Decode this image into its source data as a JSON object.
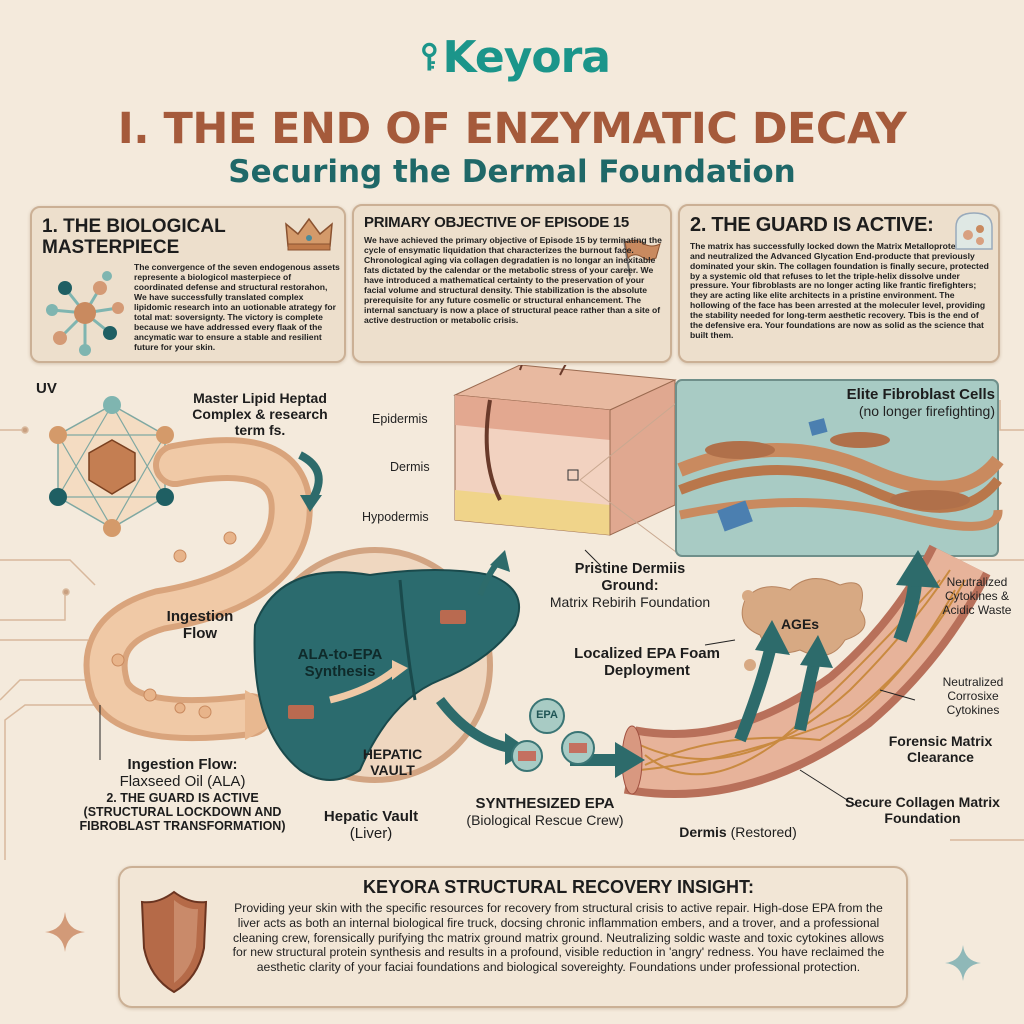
{
  "header": {
    "logo_text": "Keyora",
    "title": "I. THE END OF ENZYMATIC DECAY",
    "subtitle": "Securing the Dermal Foundation"
  },
  "panels": [
    {
      "heading": "1. THE BIOLOGICAL MASTERPIECE",
      "icon": "crown-icon",
      "body": "The convergence of the seven endogenous assets represente a biologicol masterpiece of coordinated defense and structural restorahon, We have successfully translated complex lipidomic research into an uotionable atrategy for total mat: soversignty. The victory is complete because we have addressed every flaak of the ancymatic war to ensure a stable and resilient future for your skin."
    },
    {
      "heading": "PRIMARY OBJECTIVE OF EPISODE 15",
      "icon": "flag-icon",
      "body": "We have achieved the primary objective of Episode 15 by terminating the cycle of ensymatic liquidation that characterizes the burnout face. Chronological aging via collagen degradatien is no longar an inexitable fats dictated by the calendar or the metabolic stress of your career. We have introduced a mathematical certainty to the preservation of your facial volume and structural density. Thie stabilization is the absolute prerequisite for any future cosmelic or structural enhancement. The internal sanctuary is now a place of structural peace rather than a site of active destruction or metabolic crisis."
    },
    {
      "heading": "2. THE GUARD IS ACTIVE:",
      "icon": "bell-jar-icon",
      "body": "The matrix has successfully locked down the Matrix Metalloproteinases and neutralized the Advanced Glycation End-producte that previously dominated your skin. The collagen foundation is finally secure, protected by a systemic old that refuses to let the triple-helix dissolve under pressure. Your fibroblasts are no longer acting like frantic firefighters; they are acting like elite architects in a pristine environment. The hollowing of the face has been arrested at the moleculer level, providing the stability needed for long-term aesthetic recovery. Tbis is the end of the defensive era. Your foundations are now as solid as the science that built them."
    }
  ],
  "diagram": {
    "uv": "UV",
    "lipid_complex": "Master Lipid Heptad Complex & research term fs.",
    "ingestion_flow_mid": "Ingestion Flow",
    "ingestion_title": "Ingestion Flow:",
    "ingestion_sub": "Flaxseed Oil (ALA)",
    "guard_caption": "2. THE GUARD IS ACTIVE (STRUCTURAL LOCKDOWN AND FIBROBLAST TRANSFORMATION)",
    "synthesis": "ALA-to-EPA Synthesis",
    "hepatic_vault_in": "HEPATIC VAULT",
    "hepatic_vault": "Hepatic Vault",
    "liver": "(Liver)",
    "epidermis": "Epidermis",
    "dermis": "Dermis",
    "hypodermis": "Hypodermis",
    "pristine_title": "Pristine Dermiis Ground:",
    "pristine_sub": "Matrix Rebirih Foundation",
    "fibroblast_title": "Elite Fibroblast Cells",
    "fibroblast_sub": "(no longer firefighting)",
    "epa_badge": "EPA",
    "synth_epa": "SYNTHESIZED EPA",
    "rescue_crew": "(Biological Rescue Crew)",
    "foam": "Localized EPA Foam Deployment",
    "ages": "AGEs",
    "neutral1": "Neutralized Cytokines & Acidic Waste",
    "neutral2": "Neutralized Corrosixe Cytokines",
    "forensic": "Forensic Matrix Clearance",
    "secure_collagen": "Secure Collagen Matrix Foundation",
    "dermis_restored_b": "Dermis",
    "dermis_restored_n": "(Restored)"
  },
  "insight": {
    "heading": "KEYORA STRUCTURAL RECOVERY INSIGHT:",
    "body": "Providing yeur skin with the specific resources for recovery from structural crisis to active repair. High-dose EPA from the liver acts as both an internal biological fire truck, docsing chronic inflammation embers, and a trover, and a professional cleaning crew, forensically purifying thc matrix ground matrix ground. Neutralizing soldic waste and toxic cytokines allows for new structural protein synthesis and results in a profound, visible reduction in 'angry' redness. You have reclaimed the aesthetic clarity of your faciai foundations and biological sovereighty. Foundations under professional protection."
  },
  "colors": {
    "brand": "#1b958a",
    "title": "#a55a3b",
    "teal": "#1f6868",
    "copper": "#c98a5f"
  }
}
